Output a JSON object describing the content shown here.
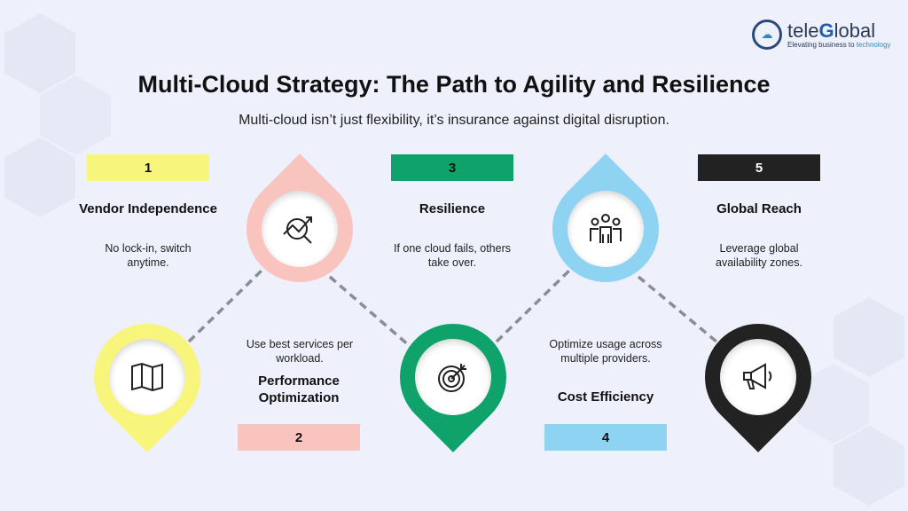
{
  "brand": {
    "name_pre": "tele",
    "name_g": "G",
    "name_post": "lobal",
    "tagline_pre": "Elevating business to ",
    "tagline_accent": "technology"
  },
  "title": "Multi-Cloud Strategy: The Path to Agility and Resilience",
  "subtitle": "Multi-cloud isn’t just flexibility, it’s insurance against digital disruption.",
  "steps": [
    {
      "number": "1",
      "title": "Vendor Independence",
      "desc": "No lock-in, switch anytime.",
      "icon": "map-icon",
      "color": "#f8f57c"
    },
    {
      "number": "2",
      "title": "Performance Optimization",
      "desc": "Use best services per workload.",
      "icon": "chart-search-icon",
      "color": "#f9c4bd"
    },
    {
      "number": "3",
      "title": "Resilience",
      "desc": "If one cloud fails, others take over.",
      "icon": "target-icon",
      "color": "#0fa36b"
    },
    {
      "number": "4",
      "title": "Cost Efficiency",
      "desc": "Optimize usage across multiple providers.",
      "icon": "team-icon",
      "color": "#8fd3f3"
    },
    {
      "number": "5",
      "title": "Global Reach",
      "desc": "Leverage global availability zones.",
      "icon": "megaphone-icon",
      "color": "#222222"
    }
  ]
}
